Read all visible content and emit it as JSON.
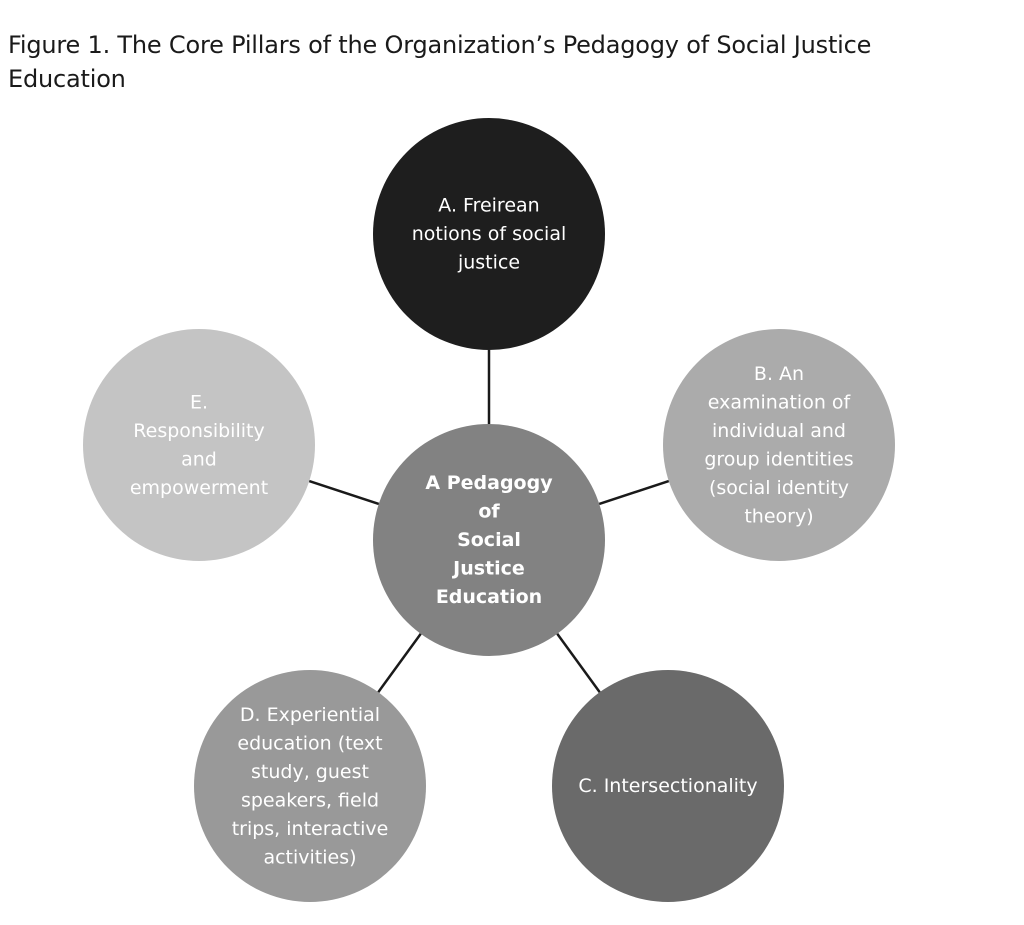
{
  "figure": {
    "caption_line1": "Figure 1.  The Core Pillars of the Organization’s Pedagogy of Social Justice",
    "caption_line2": "Education"
  },
  "diagram": {
    "center": {
      "lines": [
        "A Pedagogy",
        "of",
        "Social",
        "Justice",
        "Education"
      ],
      "color": "#828282",
      "text_color": "#ffffff"
    },
    "pillars": [
      {
        "id": "A",
        "lines": [
          "A. Freirean",
          "notions of  social",
          "justice"
        ],
        "color": "#1e1e1e",
        "text_color": "#ffffff"
      },
      {
        "id": "B",
        "lines": [
          "B. An",
          "examination of",
          "individual and",
          "group identities",
          "(social identity",
          "theory)"
        ],
        "color": "#ababab",
        "text_color": "#ffffff"
      },
      {
        "id": "C",
        "lines": [
          "C. Intersectionality"
        ],
        "color": "#6a6a6a",
        "text_color": "#ffffff"
      },
      {
        "id": "D",
        "lines": [
          "D. Experiential",
          "education (text",
          "study, guest",
          "speakers, field",
          "trips, interactive",
          "activities)"
        ],
        "color": "#999999",
        "text_color": "#ffffff"
      },
      {
        "id": "E",
        "lines": [
          "E.",
          "Responsibility",
          "and",
          "empowerment"
        ],
        "color": "#c4c4c4",
        "text_color": "#ffffff"
      }
    ],
    "connector_color": "#1a1a1a"
  }
}
